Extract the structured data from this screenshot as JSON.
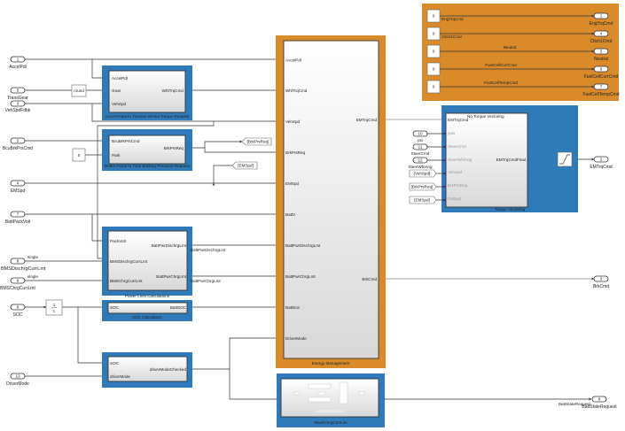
{
  "colors": {
    "subsystem_blue": "#2f7ab8",
    "variant_orange": "#d98a2b"
  },
  "inports": [
    {
      "num": "1",
      "name": "AccelPdl"
    },
    {
      "num": "5",
      "name": "TransGear"
    },
    {
      "num": "3",
      "name": "VehSpdFdbk"
    },
    {
      "num": "2",
      "name": "BcuBrkPrsCmd"
    },
    {
      "num": "4",
      "name": "EMSpd"
    },
    {
      "num": "7",
      "name": "BattPackVolt"
    },
    {
      "num": "8",
      "name": "BMSDischrgCurrLmt",
      "type": "single"
    },
    {
      "num": "9",
      "name": "BMSChrgCurrLmt",
      "type": "single"
    },
    {
      "num": "6",
      "name": "SOC"
    },
    {
      "num": "13",
      "name": "DriverMode"
    }
  ],
  "round_block": "round",
  "constant_zero": "0",
  "gain_block": {
    "num": "1",
    "den": "c"
  },
  "accel_block": {
    "title": "Accel Pedal to Traction Wheel Torque Request",
    "inputs": [
      "AccelPdl",
      "Gear",
      "VehSpd"
    ],
    "output": "WhlTrqCmd"
  },
  "brake_block": {
    "title": "Brake Pedal to Total Braking Pressure Request",
    "inputs": [
      "BcuBrkPrsCmd",
      "Park"
    ],
    "output": "BrkPrsReq"
  },
  "goto_tags": {
    "brk": "[BrkPrsReq]",
    "ems": "[EMSpd]"
  },
  "power_block": {
    "title": "Power Limit Calculations",
    "inputs": [
      "PackVolt",
      "BMSDischrgCurrLmt",
      "BMSChrgCurrLmt"
    ],
    "outputs": [
      "BattPwrDischrgLmt",
      "BattPwrChrgLmt"
    ],
    "signal_labels": [
      "BattPwrDischrgLmt",
      "BattPwrChrgLmt"
    ]
  },
  "soc_block": {
    "title": "SOC Calculation",
    "input": "SOC",
    "output": "BattSOC"
  },
  "driver_block": {
    "inputs": [
      "SOC",
      "driverMode"
    ],
    "output": "driverModeChecked"
  },
  "energy_block": {
    "title": "Energy Management",
    "inputs": [
      "AccelPdl",
      "WhlTrqCmd",
      "VehSpd",
      "BrkPrsReq",
      "EMSpd",
      "BattV",
      "BattPwrDischrgLmt",
      "BattPwrChrgLmt",
      "BattSoc",
      "DriverMode"
    ],
    "outputs": [
      "EMTrqCmd",
      "BrkCmd"
    ]
  },
  "maxdchrg_block": {
    "title": "MaxDchrgCurrLim"
  },
  "constants_block": {
    "rows": [
      {
        "value": "0",
        "signal": "EngTrqCmd",
        "port": "1",
        "name": "EngTrqCmd"
      },
      {
        "value": "0",
        "signal": "Cltch1Cmd",
        "port": "4",
        "name": "Cltch1Cmd"
      },
      {
        "value": "0",
        "signal": "Neutral",
        "port": "5",
        "name": "Neutral"
      },
      {
        "value": "0",
        "signal": "FuelCellCurrCmd",
        "port": "6",
        "name": "FuelCellCurrCmd"
      },
      {
        "value": "0",
        "signal": "FuelCellTempCmd",
        "port": "7",
        "name": "FuelCellTempCmd"
      }
    ]
  },
  "tv_block": {
    "title": "Torque Vectoring",
    "subtitle": "No Torque Vectoring",
    "inputs": [
      "EMTrqCmd",
      "yaw",
      "SteerCmd",
      "SteerWhlAng",
      "VehSpd",
      "BrkPrsReq",
      "EMSpd"
    ],
    "output": "EMTrqCmdFinal",
    "in_ports": [
      {
        "num": "10",
        "name": "psi"
      },
      {
        "num": "11",
        "name": "SteerCmd"
      },
      {
        "num": "12",
        "name": "SteerWhlAng"
      }
    ],
    "from_tags": [
      "[VehSpd]",
      "[BrkPrsReq]",
      "[EMSpd]"
    ]
  },
  "outports": [
    {
      "num": "2",
      "name": "EMTrqCmd"
    },
    {
      "num": "3",
      "name": "BrkCmd"
    },
    {
      "num": "8",
      "name": "BattStateRequest",
      "signal": "BattStateRequest"
    }
  ]
}
